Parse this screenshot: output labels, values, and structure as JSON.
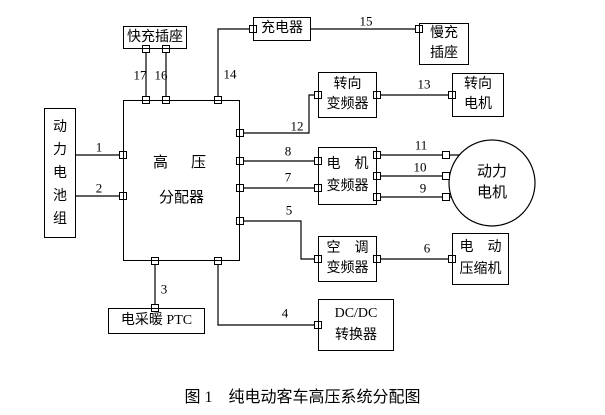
{
  "figure": {
    "caption": "图 1　纯电动客车高压系统分配图"
  },
  "blocks": {
    "battery": {
      "text": "动力电池组"
    },
    "distributor": {
      "line1": "高　压",
      "line2": "分配器"
    },
    "fast_charge_socket": {
      "text": "快充插座"
    },
    "charger": {
      "text": "充电器"
    },
    "slow_charge_socket": {
      "line1": "慢充",
      "line2": "插座"
    },
    "steering_inverter": {
      "line1": "转向",
      "line2": "变频器"
    },
    "steering_motor": {
      "line1": "转向",
      "line2": "电机"
    },
    "motor_inverter": {
      "line1": "电　机",
      "line2": "变频器"
    },
    "drive_motor": {
      "line1": "动力",
      "line2": "电机"
    },
    "ac_inverter": {
      "line1": "空　调",
      "line2": "变频器"
    },
    "compressor": {
      "line1": "电　动",
      "line2": "压缩机"
    },
    "dcdc_converter": {
      "line1": "DC/DC",
      "line2": "转换器"
    },
    "ptc_heater": {
      "text": "电采暖 PTC"
    }
  },
  "connections": {
    "c1": "1",
    "c2": "2",
    "c3": "3",
    "c4": "4",
    "c5": "5",
    "c6": "6",
    "c7": "7",
    "c8": "8",
    "c9": "9",
    "c10": "10",
    "c11": "11",
    "c12": "12",
    "c13": "13",
    "c14": "14",
    "c15": "15",
    "c16": "16",
    "c17": "17"
  }
}
